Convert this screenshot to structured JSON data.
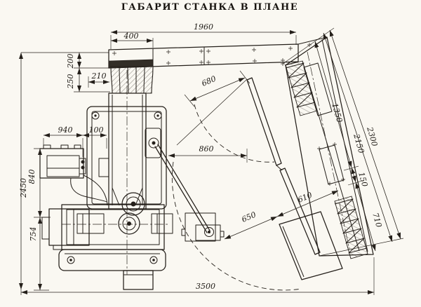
{
  "title": "ГАБАРИТ СТАНКА В ПЛАНЕ",
  "drawing_type": "machine-plan-view",
  "colors": {
    "ink": "#241f1a",
    "paper": "#faf8f2"
  },
  "dims": {
    "d1960": "1960",
    "d400": "400",
    "d200": "200",
    "d250": "250",
    "d210": "210",
    "d940": "940",
    "d100": "100",
    "d840": "840",
    "d754": "754",
    "d2450": "2450",
    "d3500": "3500",
    "d860": "860",
    "d680": "680",
    "d650": "650",
    "d610": "610",
    "d150": "150",
    "d710": "710",
    "d1350": "1350",
    "d2150": "2150",
    "d2300": "2300"
  }
}
